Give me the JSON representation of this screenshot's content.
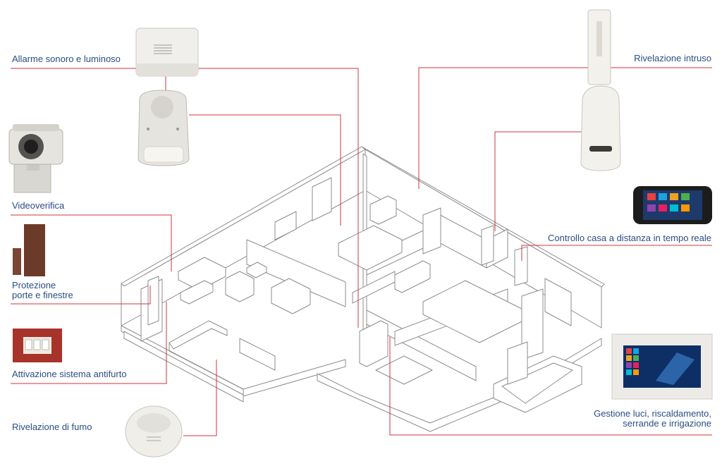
{
  "colors": {
    "label": "#2a4d85",
    "leader": "#d1343b",
    "plan_stroke": "#8c8c8c",
    "device_white": "#f0efeb",
    "contact_brown": "#6b3a28",
    "panel_red": "#a8332a"
  },
  "labels": {
    "alarm": "Allarme sonoro e luminoso",
    "video": "Videoverifica",
    "protection_line1": "Protezione",
    "protection_line2": "porte e finestre",
    "activation": "Attivazione sistema antifurto",
    "smoke": "Rivelazione di fumo",
    "intrusion": "Rivelazione intruso",
    "remote": "Controllo casa a distanza in tempo reale",
    "manage_line1": "Gestione luci, riscaldamento,",
    "manage_line2": "serrande e irrigazione"
  },
  "icons": [
    "siren-icon",
    "smoke-detector-icon",
    "camera-icon",
    "door-contact-icon",
    "keypad-icon",
    "pir-sensor-icon",
    "smartphone-icon",
    "touchscreen-icon"
  ]
}
